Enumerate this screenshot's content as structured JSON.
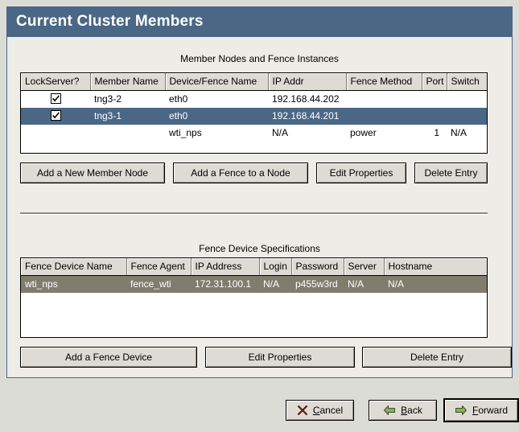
{
  "window": {
    "title": "Current Cluster Members"
  },
  "member_section": {
    "title": "Member Nodes and Fence Instances",
    "columns": [
      "LockServer?",
      "Member Name",
      "Device/Fence Name",
      "IP Addr",
      "Fence Method",
      "Port",
      "Switch"
    ],
    "rows": [
      {
        "lockserver": true,
        "member_name": "tng3-2",
        "device_fence_name": "eth0",
        "ip_addr": "192.168.44.202",
        "fence_method": "",
        "port": "",
        "switch": "",
        "state": "normal"
      },
      {
        "lockserver": true,
        "member_name": "tng3-1",
        "device_fence_name": "eth0",
        "ip_addr": "192.168.44.201",
        "fence_method": "",
        "port": "",
        "switch": "",
        "state": "selected"
      },
      {
        "lockserver": false,
        "member_name": "",
        "device_fence_name": "wti_nps",
        "ip_addr": "N/A",
        "fence_method": "power",
        "port": "1",
        "switch": "N/A",
        "state": "normal"
      }
    ],
    "buttons": [
      "Add a New Member Node",
      "Add a Fence to a Node",
      "Edit Properties",
      "Delete Entry"
    ]
  },
  "fence_section": {
    "title": "Fence Device Specifications",
    "columns": [
      "Fence Device Name",
      "Fence Agent",
      "IP Address",
      "Login",
      "Password",
      "Server",
      "Hostname"
    ],
    "rows": [
      {
        "fence_device_name": "wti_nps",
        "fence_agent": "fence_wti",
        "ip_address": "172.31.100.1",
        "login": "N/A",
        "password": "p455w3rd",
        "server": "N/A",
        "hostname": "N/A",
        "state": "selected-unfocused"
      }
    ],
    "buttons": [
      "Add a Fence Device",
      "Edit Properties",
      "Delete Entry"
    ]
  },
  "footer": {
    "cancel": {
      "label_pre": "",
      "mnemonic": "C",
      "label_post": "ancel",
      "icon": "cancel-x-icon",
      "color": "#8c1a1a"
    },
    "back": {
      "label_pre": "",
      "mnemonic": "B",
      "label_post": "ack",
      "icon": "arrow-left-icon",
      "color": "#81a05a"
    },
    "forward": {
      "label_pre": "",
      "mnemonic": "F",
      "label_post": "orward",
      "icon": "arrow-right-icon",
      "color": "#81a05a"
    }
  },
  "colors": {
    "title_bar": "#4a6785",
    "selection_focus": "#4a6785",
    "selection_unfocus": "#807d6e",
    "panel_bg": "#eeece7",
    "window_bg": "#dcdcd7",
    "button_face": "#dedbd4"
  }
}
